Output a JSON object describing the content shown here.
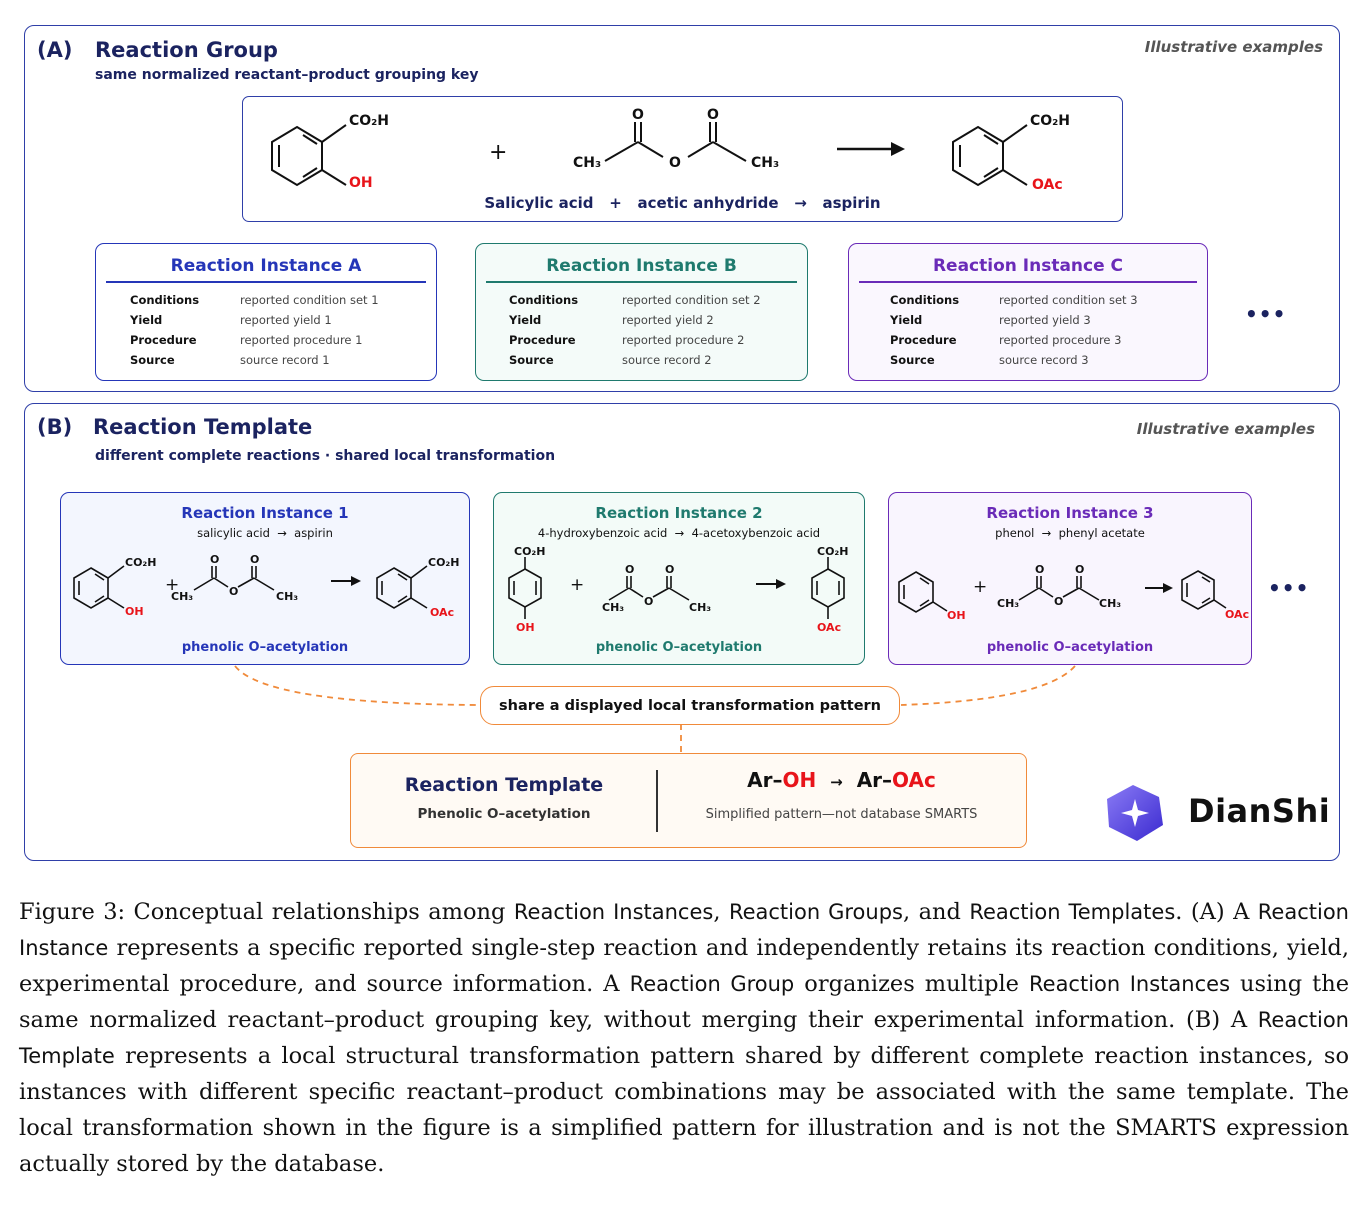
{
  "panel_a": {
    "label": "(A)",
    "title": "Reaction Group",
    "subtitle": "same normalized reactant–product grouping key",
    "note": "Illustrative examples",
    "reaction_caption": {
      "reactant1": "Salicylic acid",
      "plus": "+",
      "reactant2": "acetic anhydride",
      "arrow": "→",
      "product": "aspirin"
    },
    "labels": {
      "co2h": "CO₂H",
      "oh": "OH",
      "oac": "OAc",
      "ch3": "CH₃",
      "o": "O",
      "plus": "+"
    },
    "instances": [
      {
        "title": "Reaction Instance A",
        "color": "#2536b8",
        "rows": [
          {
            "key": "Conditions",
            "value": "reported condition set 1"
          },
          {
            "key": "Yield",
            "value": "reported yield 1"
          },
          {
            "key": "Procedure",
            "value": "reported procedure 1"
          },
          {
            "key": "Source",
            "value": "source record 1"
          }
        ]
      },
      {
        "title": "Reaction Instance B",
        "color": "#1f7a6e",
        "rows": [
          {
            "key": "Conditions",
            "value": "reported condition set 2"
          },
          {
            "key": "Yield",
            "value": "reported yield 2"
          },
          {
            "key": "Procedure",
            "value": "reported procedure 2"
          },
          {
            "key": "Source",
            "value": "source record 2"
          }
        ]
      },
      {
        "title": "Reaction Instance C",
        "color": "#6a2bb8",
        "rows": [
          {
            "key": "Conditions",
            "value": "reported condition set 3"
          },
          {
            "key": "Yield",
            "value": "reported yield 3"
          },
          {
            "key": "Procedure",
            "value": "reported procedure 3"
          },
          {
            "key": "Source",
            "value": "source record 3"
          }
        ]
      }
    ],
    "ellipsis": "•••"
  },
  "panel_b": {
    "label": "(B)",
    "title": "Reaction Template",
    "subtitle": "different complete reactions · shared local transformation",
    "note": "Illustrative examples",
    "instances": [
      {
        "title": "Reaction Instance 1",
        "reaction": "salicylic acid  →  aspirin",
        "pattern": "phenolic O–acetylation",
        "color": "#2536b8"
      },
      {
        "title": "Reaction Instance 2",
        "reaction": "4-hydroxybenzoic acid  →  4-acetoxybenzoic acid",
        "pattern": "phenolic O–acetylation",
        "color": "#1f7a6e"
      },
      {
        "title": "Reaction Instance 3",
        "reaction": "phenol  →  phenyl acetate",
        "pattern": "phenolic O–acetylation",
        "color": "#6a2bb8"
      }
    ],
    "ellipsis": "•••",
    "share_label": "share a displayed local transformation pattern",
    "template": {
      "title": "Reaction Template",
      "subtitle": "Phenolic O–acetylation",
      "pattern_prefix": "Ar–",
      "pattern_from": "OH",
      "pattern_arrow": "→",
      "pattern_prefix2": "Ar–",
      "pattern_to": "OAc",
      "note": "Simplified pattern—not database SMARTS"
    },
    "logo_text": "DianShi"
  },
  "caption": {
    "s1": "Figure 3: Conceptual relationships among ",
    "t1": "Reaction Instances",
    "s2": ", ",
    "t2": "Reaction Groups",
    "s3": ", and ",
    "t3": "Reaction Templates",
    "s4": ". (A) A ",
    "t4": "Reaction Instance",
    "s5": " represents a specific reported single-step reaction and independently retains its reaction conditions, yield, experimental procedure, and source information. A ",
    "t5": "Reaction Group",
    "s6": " organizes multiple ",
    "t6": "Reaction Instances",
    "s7": " using the same normalized reactant–product grouping key, without merging their experimental information. (B) A ",
    "t7": "Reaction Template",
    "s8": " represents a local structural transformation pattern shared by different complete reaction instances, so instances with different specific reactant–product combinations may be associated with the same template. The local transformation shown in the figure is a simplified pattern for illustration and is not the SMARTS expression actually stored by the database."
  },
  "colors": {
    "border": "#2f3fa8",
    "accent_orange": "#f08a3a",
    "red": "#e8141a"
  }
}
